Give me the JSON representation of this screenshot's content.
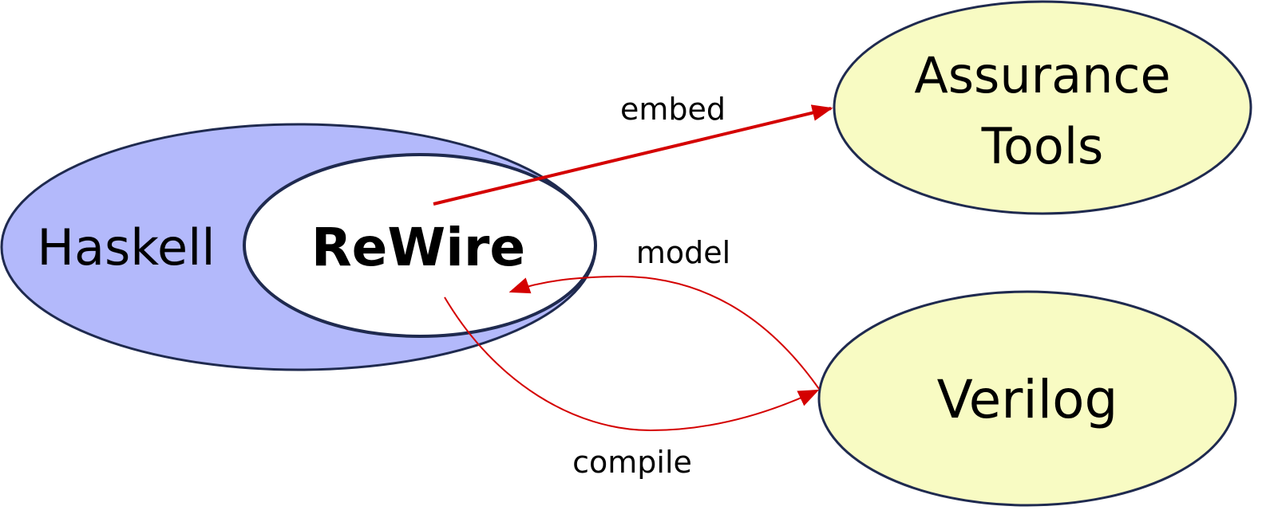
{
  "nodes": {
    "haskell": {
      "label": "Haskell",
      "fill": "#B3B9FB"
    },
    "rewire": {
      "label": "ReWire",
      "fill": "#FFFFFF"
    },
    "assurance_tools": {
      "label_line1": "Assurance",
      "label_line2": "Tools",
      "fill": "#F8FBC3"
    },
    "verilog": {
      "label": "Verilog",
      "fill": "#F8FBC3"
    }
  },
  "edges": {
    "embed": {
      "label": "embed",
      "from": "ReWire",
      "to": "Assurance Tools"
    },
    "model": {
      "label": "model",
      "from": "Verilog",
      "to": "ReWire"
    },
    "compile": {
      "label": "compile",
      "from": "ReWire",
      "to": "Verilog"
    }
  },
  "colors": {
    "outline": "#1F2A4F",
    "arrow": "#D40000"
  }
}
